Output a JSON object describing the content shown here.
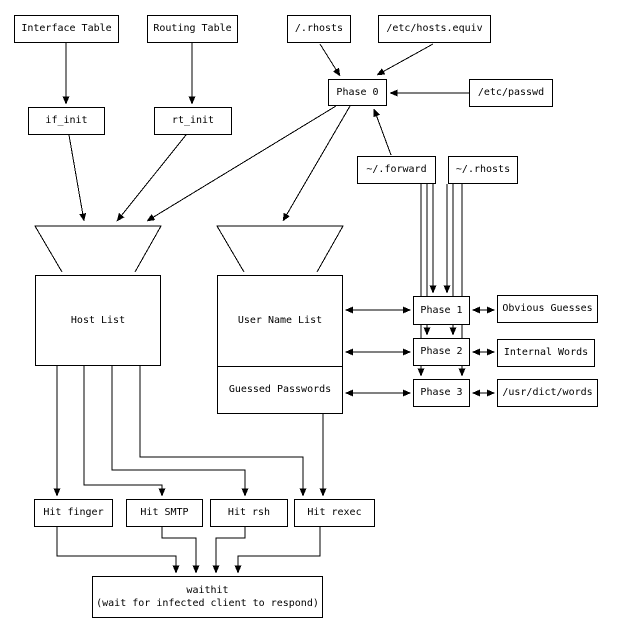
{
  "diagram": {
    "colors": {
      "background": "#ffffff",
      "line": "#000000",
      "text": "#000000"
    },
    "nodes": {
      "interface_table": "Interface Table",
      "routing_table": "Routing Table",
      "root_rhosts": "/.rhosts",
      "etc_hosts_equiv": "/etc/hosts.equiv",
      "phase_0": "Phase 0",
      "etc_passwd": "/etc/passwd",
      "if_init": "if_init",
      "rt_init": "rt_init",
      "home_forward": "~/.forward",
      "home_rhosts": "~/.rhosts",
      "host_list": "Host List",
      "user_name_list": "User Name List",
      "guessed_passwords": "Guessed Passwords",
      "phase_1": "Phase 1",
      "phase_2": "Phase 2",
      "phase_3": "Phase 3",
      "obvious_guesses": "Obvious Guesses",
      "internal_words": "Internal Words",
      "usr_dict_words": "/usr/dict/words",
      "hit_finger": "Hit finger",
      "hit_smtp": "Hit SMTP",
      "hit_rsh": "Hit rsh",
      "hit_rexec": "Hit rexec",
      "waithit_title": "waithit",
      "waithit_subtitle": "(wait for infected client to respond)"
    },
    "edges": [
      {
        "from": "Interface Table",
        "to": "if_init",
        "type": "arrow"
      },
      {
        "from": "Routing Table",
        "to": "rt_init",
        "type": "arrow"
      },
      {
        "from": "/.rhosts",
        "to": "Phase 0",
        "type": "arrow"
      },
      {
        "from": "/etc/hosts.equiv",
        "to": "Phase 0",
        "type": "arrow"
      },
      {
        "from": "/etc/passwd",
        "to": "Phase 0",
        "type": "arrow"
      },
      {
        "from": "~/.forward",
        "to": "Phase 0",
        "type": "arrow"
      },
      {
        "from": "if_init",
        "to": "Host List",
        "type": "arrow"
      },
      {
        "from": "rt_init",
        "to": "Host List",
        "type": "arrow"
      },
      {
        "from": "Phase 0",
        "to": "Host List",
        "type": "arrow"
      },
      {
        "from": "Phase 0",
        "to": "User Name List",
        "type": "arrow"
      },
      {
        "from": "~/.forward",
        "to": "Phase 1",
        "type": "arrow"
      },
      {
        "from": "~/.forward",
        "to": "Phase 2",
        "type": "arrow"
      },
      {
        "from": "~/.forward",
        "to": "Phase 3",
        "type": "arrow"
      },
      {
        "from": "~/.rhosts",
        "to": "Phase 1",
        "type": "arrow"
      },
      {
        "from": "~/.rhosts",
        "to": "Phase 2",
        "type": "arrow"
      },
      {
        "from": "~/.rhosts",
        "to": "Phase 3",
        "type": "arrow"
      },
      {
        "from": "User Name List",
        "to": "Phase 1",
        "type": "double-arrow"
      },
      {
        "from": "User Name List",
        "to": "Phase 2",
        "type": "double-arrow"
      },
      {
        "from": "Guessed Passwords",
        "to": "Phase 3",
        "type": "double-arrow"
      },
      {
        "from": "Phase 1",
        "to": "Obvious Guesses",
        "type": "double-arrow"
      },
      {
        "from": "Phase 2",
        "to": "Internal Words",
        "type": "double-arrow"
      },
      {
        "from": "Phase 3",
        "to": "/usr/dict/words",
        "type": "double-arrow"
      },
      {
        "from": "Host List",
        "to": "Hit finger",
        "type": "arrow"
      },
      {
        "from": "Host List",
        "to": "Hit SMTP",
        "type": "arrow"
      },
      {
        "from": "Host List",
        "to": "Hit rsh",
        "type": "arrow"
      },
      {
        "from": "Host List",
        "to": "Hit rexec",
        "type": "arrow"
      },
      {
        "from": "Guessed Passwords",
        "to": "Hit rexec",
        "type": "arrow"
      },
      {
        "from": "Hit finger",
        "to": "waithit",
        "type": "arrow"
      },
      {
        "from": "Hit SMTP",
        "to": "waithit",
        "type": "arrow"
      },
      {
        "from": "Hit rsh",
        "to": "waithit",
        "type": "arrow"
      },
      {
        "from": "Hit rexec",
        "to": "waithit",
        "type": "arrow"
      }
    ]
  }
}
